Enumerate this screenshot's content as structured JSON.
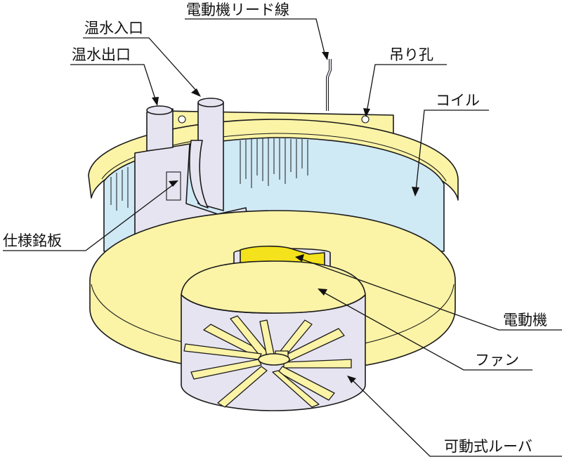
{
  "labels": {
    "hot_water_inlet": "温水入口",
    "hot_water_outlet": "温水出口",
    "motor_lead_wire": "電動機リード線",
    "hanging_hole": "吊り孔",
    "coil": "コイル",
    "nameplate": "仕様銘板",
    "motor": "電動機",
    "fan": "ファン",
    "movable_louver": "可動式ルーバ"
  },
  "colors": {
    "housing": "#fbf3a6",
    "coil": "#cfe9f5",
    "pipe": "#e6e4f0",
    "motor": "#f3e21c",
    "fan": "#8fcf98",
    "outline": "#1a1a1a",
    "background": "#ffffff"
  }
}
